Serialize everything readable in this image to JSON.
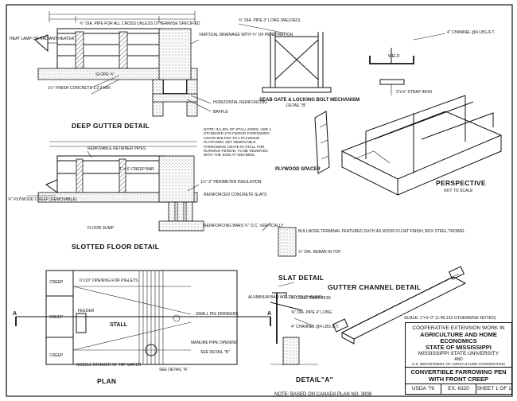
{
  "sections": {
    "deep_gutter": "DEEP GUTTER DETAIL",
    "seat_gate": "SEAB GATE & LOCKING BOLT MECHANISM",
    "seat_gate_sub": "DETAIL \"B\"",
    "plywood_spacer": "PLYWOOD SPACER",
    "perspective": "PERSPECTIVE",
    "perspective_sub": "NOT TO SCALE",
    "slotted_floor": "SLOTTED FLOOR DETAIL",
    "slat": "SLAT DETAIL",
    "gutter_channel": "GUTTER CHANNEL DETAIL",
    "plan": "PLAN",
    "detail_a": "DETAIL\"A\""
  },
  "callouts": {
    "heat_lamp": "HEAT LAMP OR RADIANT HEATER",
    "dia_pipe_all_cross": "¾\" DIA. PIPE FOR ALL CROSS UNLESS OTHERWISE SPECIFIED",
    "vertical_drainage": "VERTICAL DRAINAGE WITH ¾\" OF PENETRATION",
    "finish_concrete": "1½\" FINISH CONCRETE 1:2:3 MIX",
    "slope": "SLOPE ¾\"",
    "horizontal_reinforcing": "HORIZONTAL REINFORCING",
    "baffle": "BAFFLE",
    "retainer_pipes": "REMOVABLE RETAINER PIPES",
    "creep_bar": "1\" x 6' CREEP BAR",
    "note": "NOTE: IN LIEU OF STALL SIDES, USE A STANDARD 2 PLYWOOD FARROWING CRATE BOLTED TO A PLYWOOD PLATFORM. SET REMOVABLE FARROWING CRATE IN STALL FOR NURSING PERIOD, TO BE REMOVED WITH THE SOW AT WEANING.",
    "plywood_creep": "¾\" PLYWOOD CREEP (REMOVABLE)",
    "perimeter_insulation": "1½\"-2\" PERIMETER INSULATION",
    "reinforced_slats": "REINFORCED CONCRETE SLATS",
    "floor_sump": "FLOOR SUMP",
    "reinforcing_bars": "REINFORCING BARS ¾\" O.C. VERTICALLY",
    "pipe_long_shield": "¾\" DIA. PIPE 3\" LONG (WELDED)",
    "channel": "4\" CHANNEL @4 LBS./F.T.",
    "weld": "WELD",
    "strap_iron": "3\"x⅛\" STRAP IRON",
    "bullnose": "BULLNOSE TERMINAL FEATURED SUCH AS WOOD FLOAT FINISH, BOX STEEL TROWEL",
    "dia_rebar": "¾\" DIA. REBAR IN TOP",
    "openings_piglets": "6\"x10\" OPENING FOR PIGLETS",
    "creep": "CREEP",
    "stall": "STALL",
    "small_pig_drinkers": "SMALL PIG DRINKERS",
    "nipple_drinker": "NOZZLE DRINKER OF TAP WATER",
    "manure_pipe": "MANURE PIPE OPENING",
    "see_detail_b": "SEE DETAIL \"B\"",
    "see_detail_a": "SEE DETAIL \"A\"",
    "feeder": "FEEDER",
    "aluminum_bar": "ALUMINUM BAR WELDED TO CHANNEL",
    "pipe_long": "⅜\" DIA. PIPE 4\" LONG",
    "channel_small": "4\" CHANNEL @4 LBS./F.T.",
    "conc_partition": "4\" CONC. PARTITION",
    "section_a": "A"
  },
  "title_block": {
    "scale": "SCALE: 1\"=1'-0\" (1:48.133 OTHERWISE NOTED)",
    "line1": "COOPERATIVE EXTENSION WORK IN",
    "line2": "AGRICULTURE AND HOME ECONOMICS",
    "line3": "STATE OF MISSISSIPPI",
    "line4": "MISSISSIPPI STATE UNIVERSITY",
    "line5": "AND",
    "line6": "U.S. DEPARTMENT OF AGRICULTURE COOPERATING",
    "drawing_title": "CONVERTIBLE FARROWING PEN WITH FRONT CREEP",
    "usda": "USDA '79",
    "ex": "EX. 6320",
    "sheet": "SHEET 1 OF 1"
  },
  "footer_note": "NOTE: BASED ON CANADA PLAN NO. 3008"
}
